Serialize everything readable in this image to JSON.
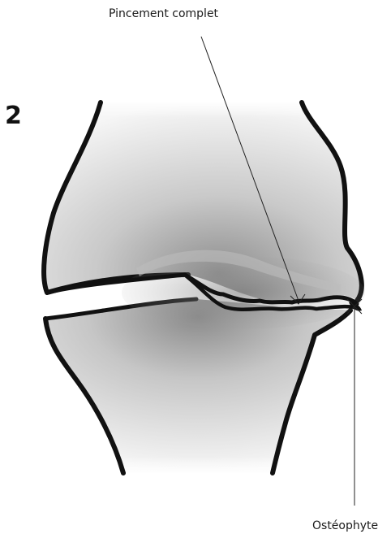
{
  "figure": {
    "number": "2"
  },
  "labels": {
    "top": "Pincement complet",
    "bottom": "Ostéophyte"
  },
  "colors": {
    "outline": "#111111",
    "leader_line": "#222222",
    "bone_fill_light": "#f2f2f2",
    "bone_fill_dark": "#9a9a9a"
  }
}
